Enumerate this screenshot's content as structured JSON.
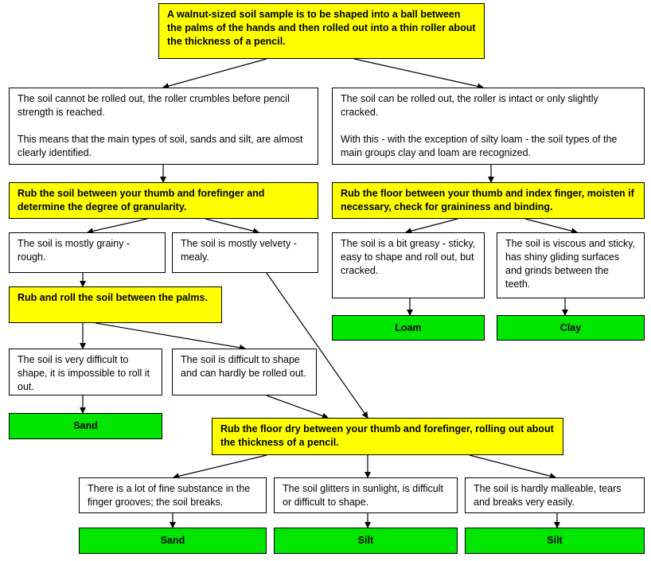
{
  "start": "A walnut-sized soil sample is to be shaped into a ball between the palms of the hands and then rolled out into a thin roller about the thickness of a pencil.",
  "left_result": {
    "line1": "The soil cannot be rolled out, the roller crumbles before pencil strength is reached.",
    "line2": "This means that the main types of soil, sands and silt, are almost clearly identified."
  },
  "right_result": {
    "line1": "The soil can be rolled out, the roller is intact or only slightly cracked.",
    "line2": "With this - with the exception of silty loam - the soil types of the main groups clay and loam are recognized."
  },
  "step_granularity": "Rub the soil between your thumb and forefinger and determine the degree of granularity.",
  "step_graininess": "Rub the floor between your thumb and index finger, moisten if necessary, check for graininess and binding.",
  "grainy": "The soil is mostly grainy - rough.",
  "velvety": "The soil is mostly velvety - mealy.",
  "greasy": "The soil is a bit greasy - sticky, easy to shape and roll out, but cracked.",
  "viscous": "The soil is viscous and sticky, has shiny gliding surfaces and grinds between the teeth.",
  "loam": "Loam",
  "clay": "Clay",
  "step_palms": "Rub and roll the soil between the palms.",
  "very_difficult": "The soil is very difficult to shape, it is impossible to roll it out.",
  "difficult": "The soil is difficult to shape and can hardly be rolled out.",
  "sand_1": "Sand",
  "step_dry": "Rub the floor dry between your thumb and forefinger, rolling out about the thickness of a pencil.",
  "fine_substance": "There is a lot of fine substance in the finger grooves; the soil breaks.",
  "glitters": "The soil glitters in sunlight, is difficult or difficult to shape.",
  "hardly_malleable": "The soil is hardly malleable, tears and breaks very easily.",
  "sand_2": "Sand",
  "silt_1": "Silt",
  "silt_2": "Silt",
  "colors": {
    "step": "#ffff00",
    "result": "#00e600",
    "neutral": "#ffffff"
  }
}
